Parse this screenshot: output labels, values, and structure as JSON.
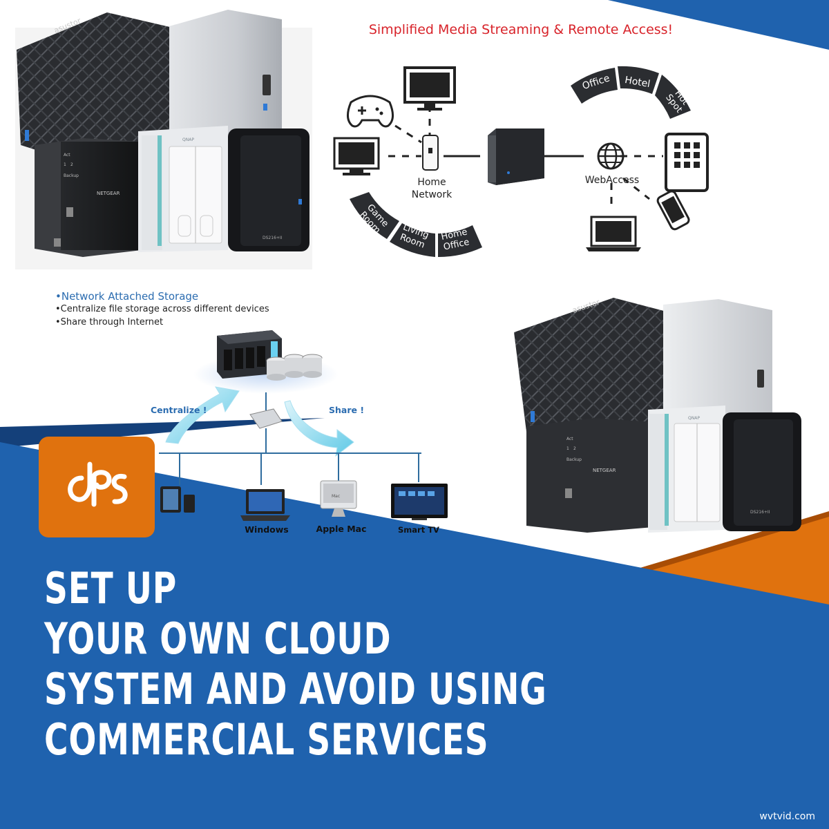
{
  "colors": {
    "brand_blue": "#1f62ae",
    "brand_orange": "#e0720e",
    "diagram_title_red": "#d8232a",
    "diagram_blue_text": "#2b6cb0"
  },
  "headline": {
    "lines": [
      "SET UP",
      "YOUR OWN CLOUD",
      "SYSTEM AND AVOID USING",
      "COMMERCIAL SERVICES"
    ]
  },
  "logo": {
    "text": "dPS",
    "icon": "dps-logo-icon"
  },
  "watermark": "wvtvid.com",
  "top_photo": {
    "brands": [
      "asustor",
      "QNAP",
      "NETGEAR",
      "DS216+II"
    ],
    "panel_labels": [
      "Act",
      "1",
      "2",
      "Backup"
    ]
  },
  "bottom_photo": {
    "brands": [
      "asustor",
      "QNAP",
      "NETGEAR",
      "DS216+II"
    ],
    "panel_labels": [
      "Act",
      "1",
      "2",
      "Backup"
    ]
  },
  "streaming_diagram": {
    "title": "Simplified Media Streaming & Remote Access!",
    "home_network": "Home\nNetwork",
    "web_access": "WebAccess",
    "home_arc": [
      "Game\nRoom",
      "Living\nRoom",
      "Home\nOffice"
    ],
    "remote_arc": [
      "Office",
      "Hotel",
      "Hot\nSpot"
    ],
    "icons": [
      "gamepad-icon",
      "monitor-icon",
      "desktop-icon",
      "router-icon",
      "nas-icon",
      "globe-icon",
      "tablet-icon",
      "laptop-icon",
      "phone-icon"
    ]
  },
  "nas_diagram": {
    "title": "•Network Attached Storage",
    "bullets": [
      "•Centralize file storage across different devices",
      "•Share through Internet"
    ],
    "centralize": "Centralize !",
    "share": "Share !",
    "devices": [
      "Windows",
      "Apple Mac",
      "Smart TV"
    ],
    "device_panel_labels": [
      "Mac"
    ],
    "icons": [
      "nas-server-icon",
      "disk-stack-icon",
      "switch-icon",
      "tablet-icon",
      "laptop-icon",
      "imac-icon",
      "tv-icon"
    ]
  }
}
